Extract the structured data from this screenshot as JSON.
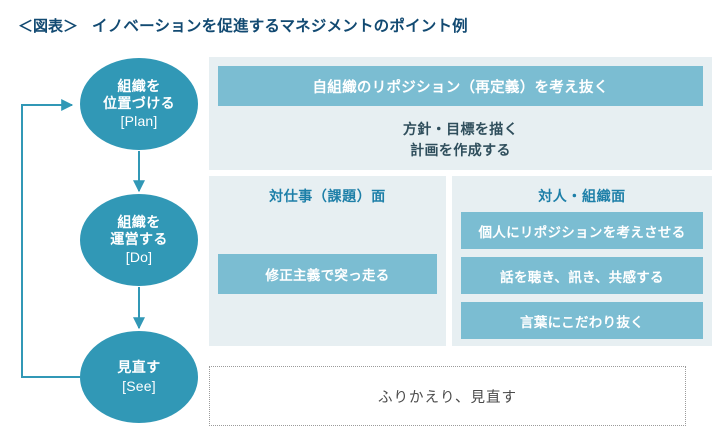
{
  "title": {
    "tag": "＜図表＞",
    "text": "イノベーションを促進するマネジメントのポイント例"
  },
  "colors": {
    "node_teal": "#3198B6",
    "chip_teal": "#7BBDD2",
    "panel_bg": "#E7EFF2",
    "heading_blue": "#124A72",
    "column_head_blue": "#1D7FA8",
    "body_text": "#2F4E5C",
    "dotted_border": "#9B9B9B"
  },
  "cycle": {
    "nodes": [
      {
        "jp_line1": "組織を",
        "jp_line2": "位置づける",
        "en": "[Plan]"
      },
      {
        "jp_line1": "組織を",
        "jp_line2": "運営する",
        "en": "[Do]"
      },
      {
        "jp_line1": "見直す",
        "jp_line2": "",
        "en": "[See]"
      }
    ]
  },
  "panels": {
    "plan": {
      "banner": "自組織のリポジション（再定義）を考え抜く",
      "line1": "方針・目標を描く",
      "line2": "計画を作成する"
    },
    "do": {
      "left_column": {
        "heading": "対仕事（課題）面",
        "items": [
          "修正主義で突っ走る"
        ]
      },
      "right_column": {
        "heading": "対人・組織面",
        "items": [
          "個人にリポジションを考えさせる",
          "話を聴き、訊き、共感する",
          "言葉にこだわり抜く"
        ]
      }
    },
    "see": {
      "text": "ふりかえり、見直す"
    }
  }
}
